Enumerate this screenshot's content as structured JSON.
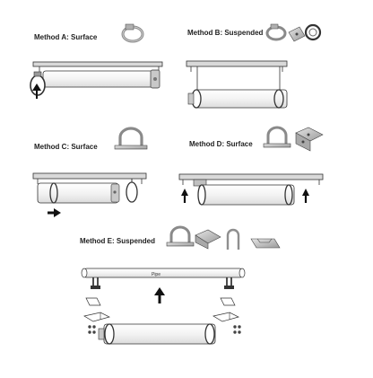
{
  "methods": {
    "a": {
      "label": "Method  A: Surface"
    },
    "b": {
      "label": "Method  B:  Suspended"
    },
    "c": {
      "label": "Method C: Surface"
    },
    "d": {
      "label": "Method D: Surface"
    },
    "e": {
      "label": "Method E: Suspended"
    }
  },
  "pipe_label": "Pipe",
  "colors": {
    "ceiling": "#d9d9d9",
    "outline": "#333333",
    "tube": "#f4f4f4",
    "metal": "#b9b9b9",
    "arrow": "#111111"
  },
  "icons": [
    "hose-clamp-icon",
    "u-bracket-icon",
    "angle-plate-icon",
    "u-bolt-icon",
    "channel-bracket-icon",
    "arrow-icon"
  ]
}
